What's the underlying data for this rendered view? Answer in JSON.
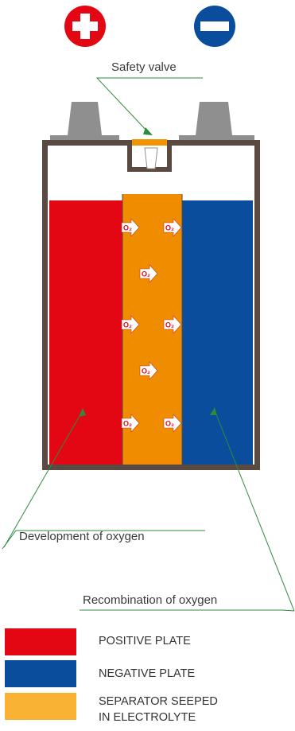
{
  "labels": {
    "safety_valve": "Safety valve",
    "development": "Development of oxygen",
    "recombination": "Recombination of oxygen",
    "o2": "O₂"
  },
  "terminals": {
    "positive_icon": "plus-circle-icon",
    "negative_icon": "minus-circle-icon"
  },
  "legend": [
    {
      "label": "POSITIVE PLATE",
      "color": "#e30613"
    },
    {
      "label": "NEGATIVE PLATE",
      "color": "#0a4d9c"
    },
    {
      "label_line1": "SEPARATOR SEEPED",
      "label_line2": "IN ELECTROLYTE",
      "color": "#f9b233"
    }
  ],
  "colors": {
    "positive": "#e30613",
    "negative": "#0a4d9c",
    "separator": "#ef8c00",
    "case": "#5b4a42",
    "terminal": "#8f8f8f",
    "valve": "#f29400",
    "leader": "#2e8b3e"
  }
}
